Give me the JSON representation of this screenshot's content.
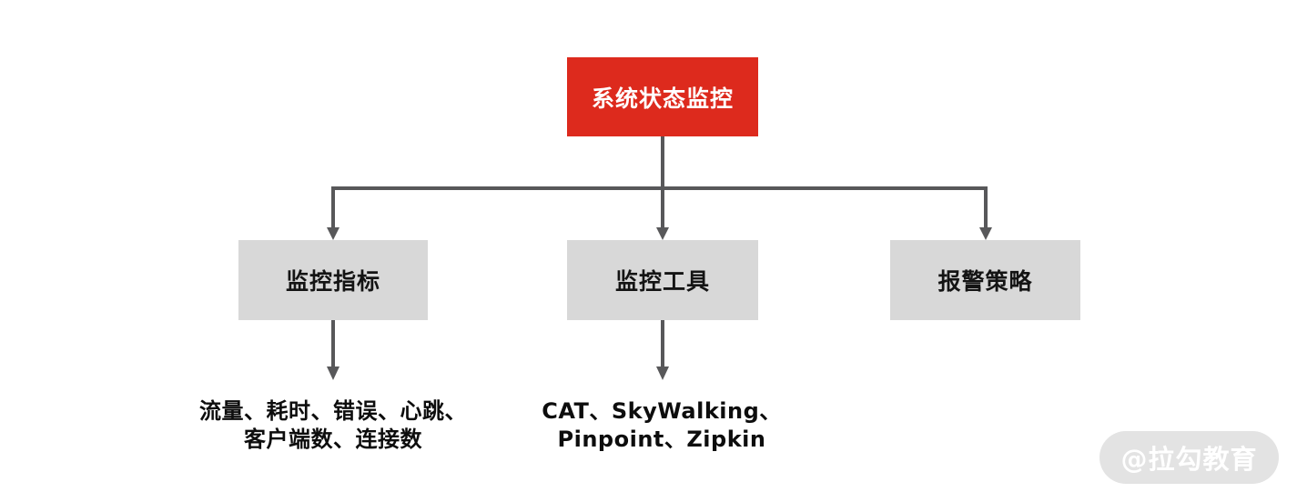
{
  "diagram": {
    "root": {
      "label": "系统状态监控"
    },
    "children": [
      {
        "label": "监控指标",
        "detail_lines": [
          "流量、耗时、错误、心跳、",
          "客户端数、连接数"
        ]
      },
      {
        "label": "监控工具",
        "detail_lines": [
          "CAT、SkyWalking、",
          "Pinpoint、Zipkin"
        ]
      },
      {
        "label": "报警策略"
      }
    ],
    "colors": {
      "root_bg": "#dd2a1d",
      "root_text": "#ffffff",
      "child_bg": "#d8d8d8",
      "child_text": "#141414",
      "connector": "#58585a",
      "background": "#ffffff"
    }
  },
  "watermark": {
    "label": "@拉勾教育"
  }
}
